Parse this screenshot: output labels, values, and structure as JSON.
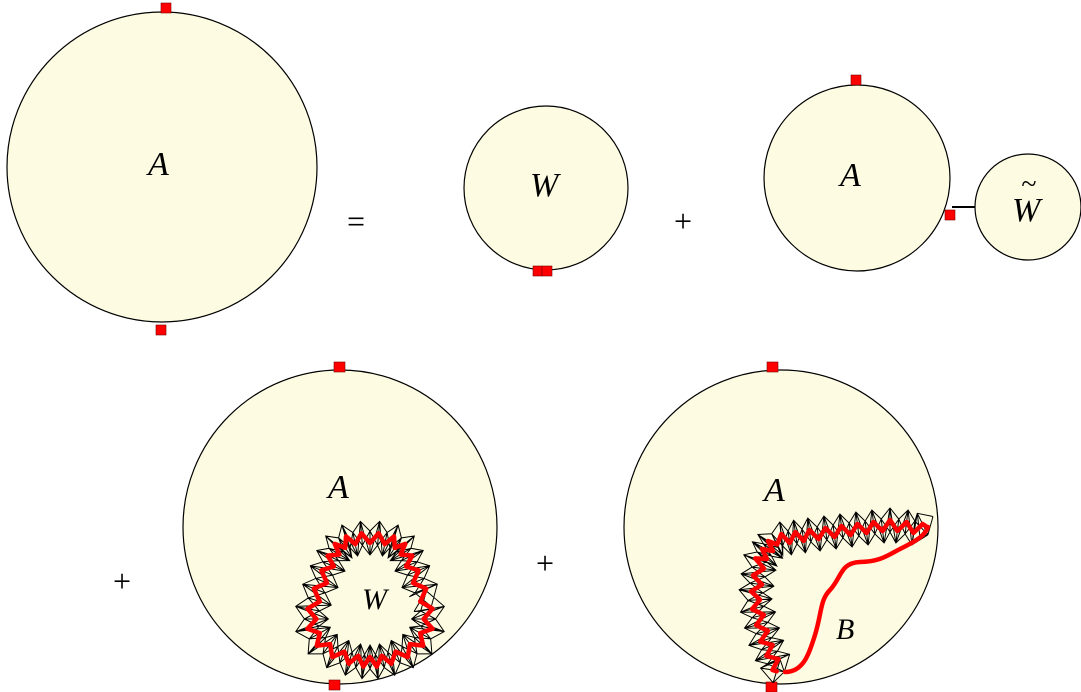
{
  "equation": {
    "lhs_label": "A",
    "equals": "=",
    "plus_1": "+",
    "plus_2": "+",
    "plus_3": "+",
    "term1_label": "W",
    "term2_big_label": "A",
    "term2_small_label": "W",
    "term2_small_accent": "~",
    "term3_outer_label": "A",
    "term3_inner_label": "W",
    "term4_outer_label": "A",
    "term4_inner_label": "B"
  },
  "colors": {
    "disk_fill": "#fdfce3",
    "marker": "#ff0000",
    "path": "#ff0000",
    "outline": "#000000"
  }
}
